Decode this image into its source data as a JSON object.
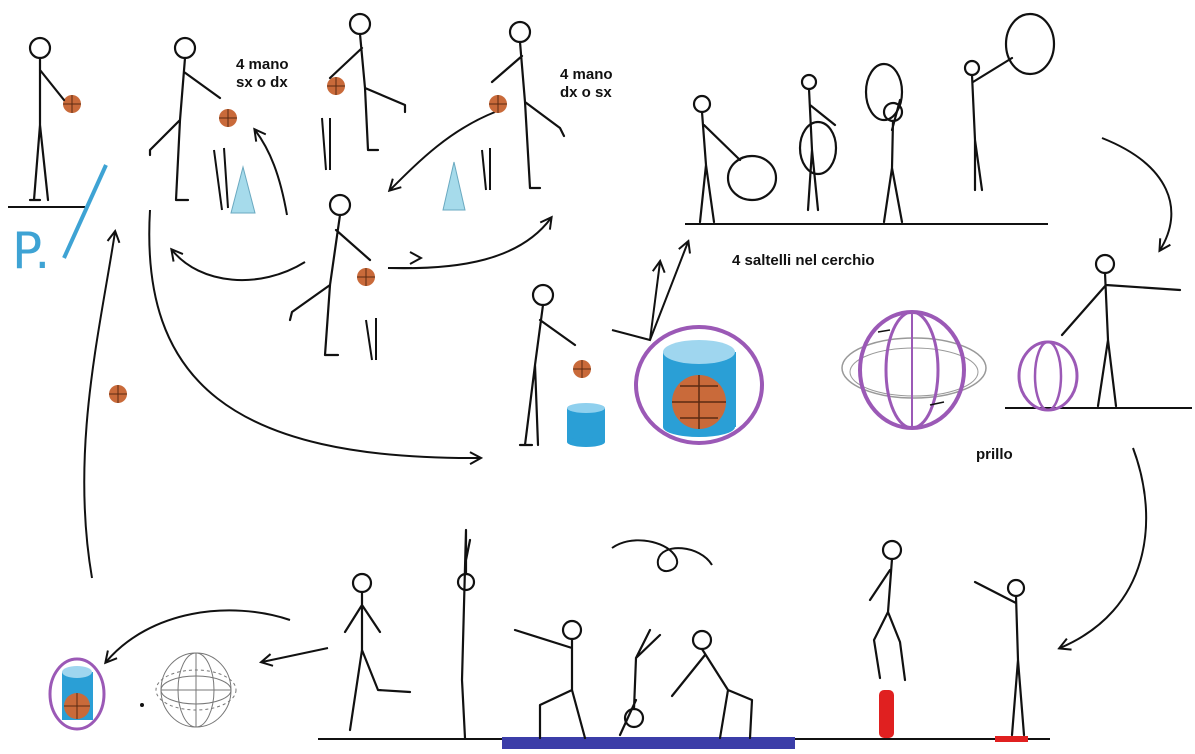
{
  "labels": {
    "hand_left_or_right_line1": "4 mano",
    "hand_left_or_right_line2": "sx o dx",
    "hand_right_or_left_line1": "4 mano",
    "hand_right_or_left_line2": "dx o sx",
    "hoop_jumps": "4 saltelli nel cerchio",
    "spin": "prillo",
    "start_mark": "P."
  },
  "colors": {
    "ball": "#c96a3a",
    "ball_line": "#5a2a12",
    "cone": "#a6dbeb",
    "cylinder": "#2a9fd6",
    "hoop": "#9b59b6",
    "mat": "#3b3da8",
    "red_post": "#e02020",
    "start_mark": "#3ea3d4",
    "stroke": "#111111"
  }
}
